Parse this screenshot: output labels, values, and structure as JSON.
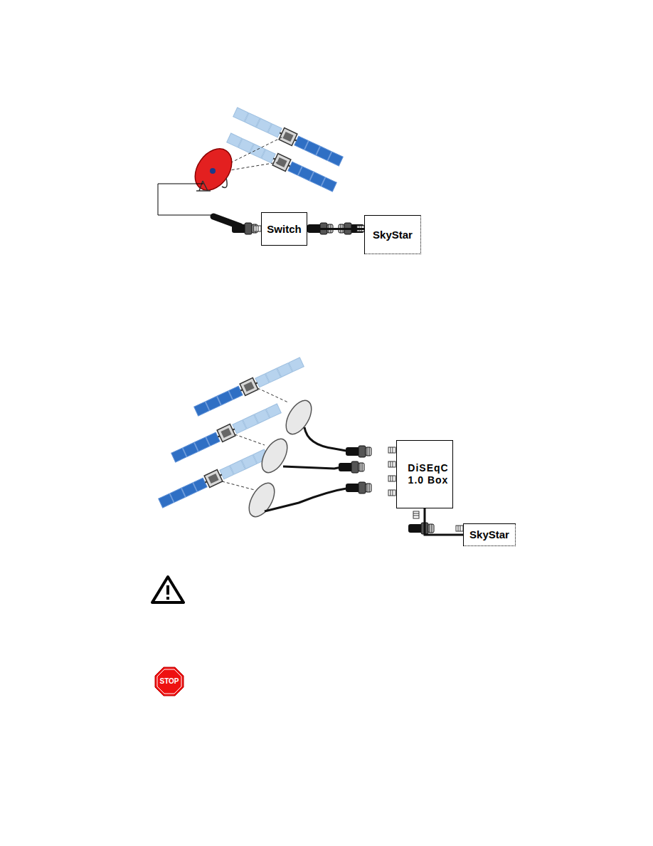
{
  "diagram": {
    "nodes": [
      {
        "text": [
          "Switch"
        ]
      },
      {
        "text": [
          "SkyStar"
        ]
      },
      {
        "text": [
          "DiSEqC 1.0 Box"
        ]
      },
      {
        "text": [
          "SkyStar"
        ]
      }
    ],
    "edges": [
      {
        "from": 0,
        "to": 1,
        "arrow": "none"
      },
      {
        "from": 2,
        "to": 3,
        "arrow": "none"
      }
    ],
    "labels": [
      "STOP"
    ]
  }
}
